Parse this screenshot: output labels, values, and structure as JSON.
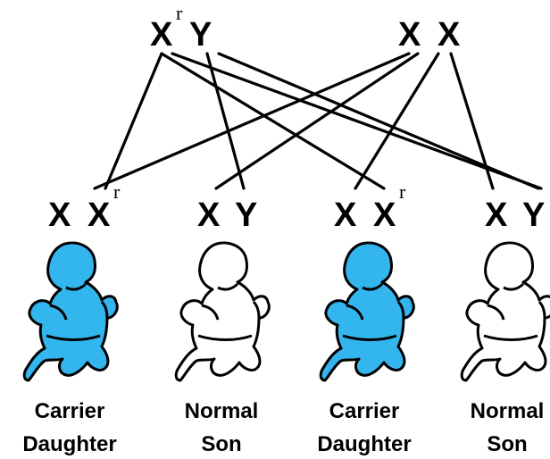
{
  "parents": {
    "father": {
      "allele1": "X",
      "allele1_sup": "r",
      "allele2": "Y"
    },
    "mother": {
      "allele1": "X",
      "allele2": "X"
    }
  },
  "children": [
    {
      "allele1": "X",
      "allele2": "X",
      "allele2_sup": "r",
      "label_line1": "Carrier",
      "label_line2": "Daughter",
      "fill": "#33b5ee"
    },
    {
      "allele1": "X",
      "allele2": "Y",
      "allele2_sup": "",
      "label_line1": "Normal",
      "label_line2": "Son",
      "fill": "#ffffff"
    },
    {
      "allele1": "X",
      "allele2": "X",
      "allele2_sup": "r",
      "label_line1": "Carrier",
      "label_line2": "Daughter",
      "fill": "#33b5ee"
    },
    {
      "allele1": "X",
      "allele2": "Y",
      "allele2_sup": "",
      "label_line1": "Normal",
      "label_line2": "Son",
      "fill": "#ffffff"
    }
  ],
  "colors": {
    "carrier": "#33b5ee",
    "normal": "#ffffff",
    "outline": "#000000"
  }
}
